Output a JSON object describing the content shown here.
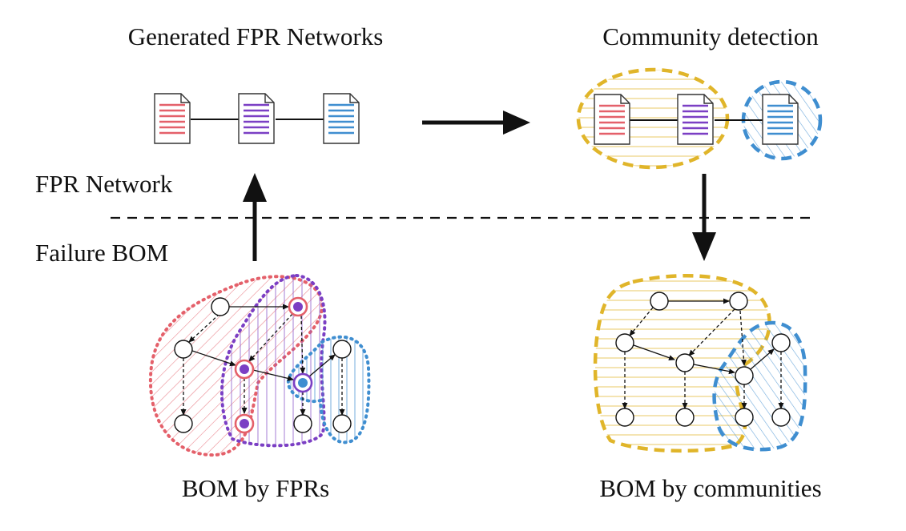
{
  "titles": {
    "top_left": "Generated FPR Networks",
    "top_right": "Community detection",
    "bottom_left": "BOM by FPRs",
    "bottom_right": "BOM by communities"
  },
  "layers": {
    "upper": "FPR Network",
    "lower": "Failure BOM"
  },
  "colors": {
    "red": "#e4606a",
    "purple": "#7b3fc4",
    "blue": "#3f8ed0",
    "gold": "#e0b52a",
    "ink": "#111111"
  },
  "icons": {
    "document": "document-icon",
    "arrow": "arrow-icon",
    "node": "node-circle"
  }
}
